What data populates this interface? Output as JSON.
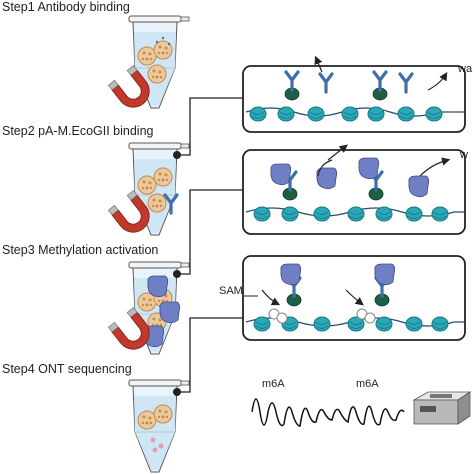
{
  "steps": [
    {
      "title": "Step1 Antibody binding"
    },
    {
      "title": "Step2 pA-M.EcoGII binding"
    },
    {
      "title": "Step3 Methylation activation"
    },
    {
      "title": "Step4 ONT sequencing"
    }
  ],
  "panels": {
    "wash_label_1": "wa",
    "wash_label_2": "w",
    "sam_label": "SAM"
  },
  "signal": {
    "m6a_label_1": "m6A",
    "m6a_label_2": "m6A"
  },
  "colors": {
    "nucleosome": "#2aa8b8",
    "antibody": "#3d6fa8",
    "pa_mecogii": "#6f7fc4",
    "target_protein": "#1d5e45",
    "magnet_red": "#c0392b",
    "tube_fill": "#cfe6f5"
  }
}
